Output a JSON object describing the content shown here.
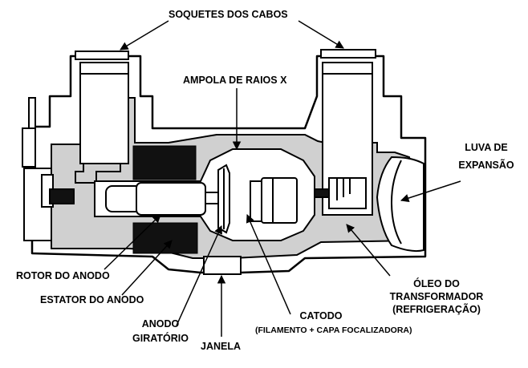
{
  "colors": {
    "ink": "#000000",
    "oil_fill": "#d0d0d0",
    "dark_fill": "#111111",
    "paper": "#ffffff"
  },
  "labels": {
    "cable_sockets": "SOQUETES DOS CABOS",
    "xray_tube": "AMPOLA DE RAIOS X",
    "expansion_sleeve_line1": "LUVA DE",
    "expansion_sleeve_line2": "EXPANSÃO",
    "anode_rotor": "ROTOR DO ANODO",
    "anode_stator": "ESTATOR DO ANODO",
    "rotating_anode_line1": "ANODO",
    "rotating_anode_line2": "GIRATÓRIO",
    "window": "JANELA",
    "cathode_line1": "CATODO",
    "cathode_line2": "(FILAMENTO + CAPA FOCALIZADORA)",
    "transformer_oil_line1": "ÓLEO DO",
    "transformer_oil_line2": "TRANSFORMADOR",
    "transformer_oil_line3": "(REFRIGERAÇÃO)"
  }
}
